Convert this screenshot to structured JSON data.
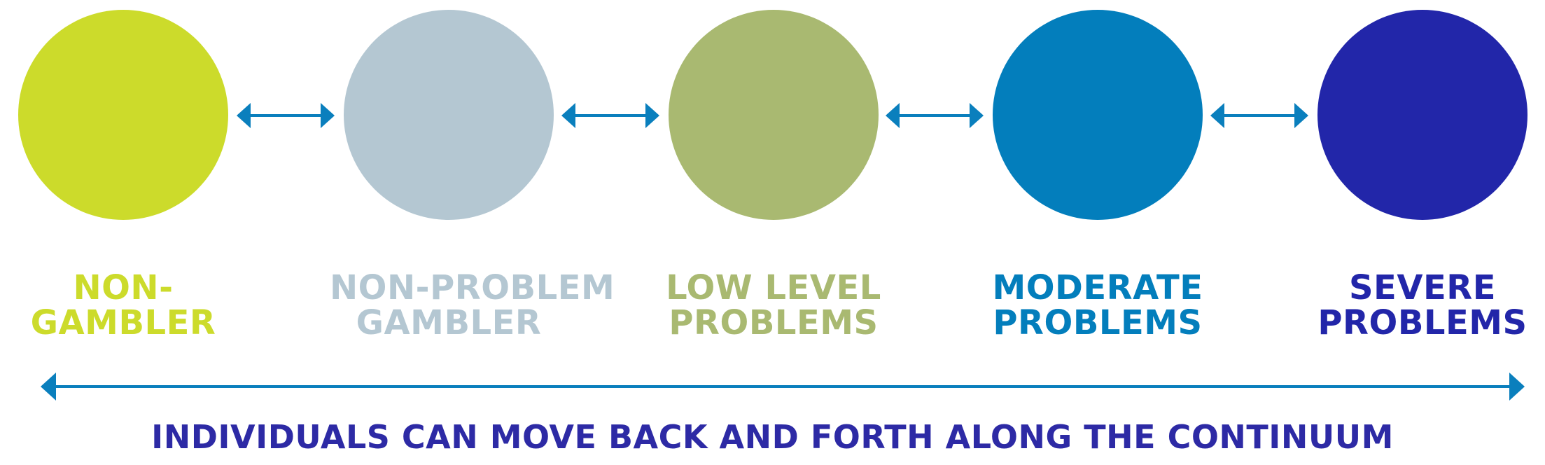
{
  "colors": {
    "arrow": "#0a7fbd",
    "footer_text": "#2d2aa5"
  },
  "stages": [
    {
      "line1": "NON-",
      "line2": "GAMBLER",
      "color": "#ccdb2b"
    },
    {
      "line1": "NON-PROBLEM",
      "line2": "GAMBLER",
      "color": "#b4c7d2"
    },
    {
      "line1": "LOW LEVEL",
      "line2": "PROBLEMS",
      "color": "#a9b971"
    },
    {
      "line1": "MODERATE",
      "line2": "PROBLEMS",
      "color": "#037ebc"
    },
    {
      "line1": "SEVERE",
      "line2": "PROBLEMS",
      "color": "#2226a9"
    }
  ],
  "footer": {
    "text": "INDIVIDUALS CAN MOVE BACK AND FORTH ALONG THE CONTINUUM"
  }
}
